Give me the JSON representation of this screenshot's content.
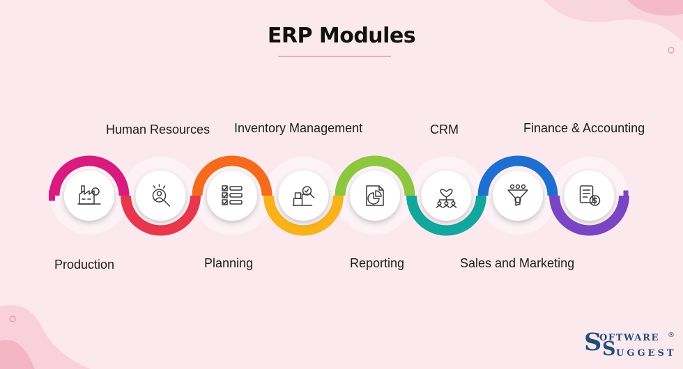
{
  "title": "ERP Modules",
  "modules": [
    {
      "label": "Production",
      "icon": "factory-icon",
      "color": "#d81b7f"
    },
    {
      "label": "Human Resources",
      "icon": "recruitment-search-icon",
      "color": "#e8364d"
    },
    {
      "label": "Planning",
      "icon": "checklist-icon",
      "color": "#f56a1c"
    },
    {
      "label": "Inventory Management",
      "icon": "inventory-search-icon",
      "color": "#f8b21a"
    },
    {
      "label": "Reporting",
      "icon": "report-chart-icon",
      "color": "#8dc63f"
    },
    {
      "label": "CRM",
      "icon": "customer-network-icon",
      "color": "#12a79d"
    },
    {
      "label": "Sales and Marketing",
      "icon": "sales-funnel-icon",
      "color": "#1f6fd1"
    },
    {
      "label": "Finance & Accounting",
      "icon": "invoice-calculator-icon",
      "color": "#7a45c4"
    }
  ],
  "logo": {
    "cap1": "S",
    "top_text": "OFTWARE",
    "cap2": "S",
    "bottom_text": "UGGEST",
    "reg": "®"
  }
}
